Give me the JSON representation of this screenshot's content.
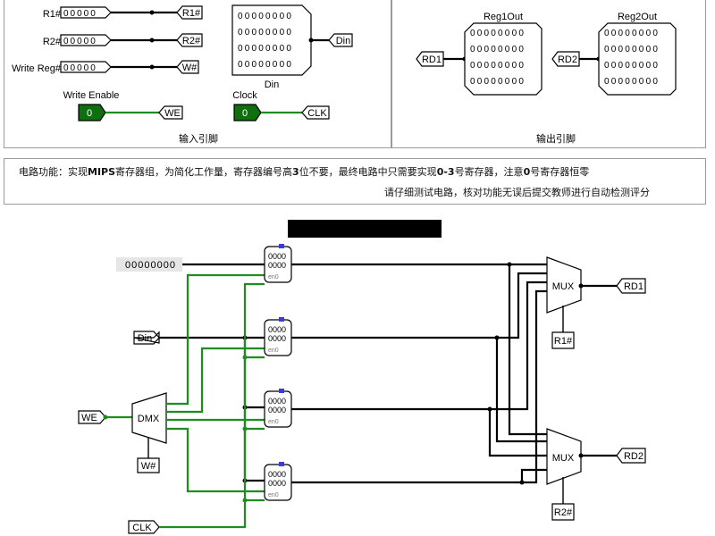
{
  "input_panel": {
    "caption": "输入引脚",
    "r1_label": "R1#",
    "r1_bits": "00000",
    "r1_tunnel": "R1#",
    "r2_label": "R2#",
    "r2_bits": "00000",
    "r2_tunnel": "R2#",
    "w_label": "Write Reg#",
    "w_bits": "00000",
    "w_tunnel": "W#",
    "din_tunnel": "Din",
    "din_label": "Din",
    "din_bits": [
      "00000000",
      "00000000",
      "00000000",
      "00000000"
    ],
    "we_label": "Write Enable",
    "we_value": "0",
    "we_tunnel": "WE",
    "clock_label": "Clock",
    "clock_value": "0",
    "clock_tunnel": "CLK"
  },
  "output_panel": {
    "caption": "输出引脚",
    "reg1_title": "Reg1Out",
    "reg2_title": "Reg2Out",
    "rd1_tunnel": "RD1",
    "rd2_tunnel": "RD2",
    "reg1_bits": [
      "00000000",
      "00000000",
      "00000000",
      "00000000"
    ],
    "reg2_bits": [
      "00000000",
      "00000000",
      "00000000",
      "00000000"
    ]
  },
  "notice": {
    "prefix": "电路功能：实现",
    "bold1": "MIPS",
    "part2": "寄存器组，为简化工作量，寄存器编号高",
    "bold2": "3",
    "part3": "位不要，最终电路中只需要实现",
    "bold3": "0-3",
    "part4": "号寄存器，注意",
    "bold4": "0",
    "part5": "号寄存器恒零",
    "line2": "请仔细测试电路，核对功能无误后提交教师进行自动检测评分"
  },
  "circuit": {
    "constant_value": "00000000",
    "din_tunnel": "Din",
    "we_tunnel": "WE",
    "w_tunnel": "W#",
    "clk_tunnel": "CLK",
    "dmx_label": "DMX",
    "mux_label": "MUX",
    "r1_tunnel": "R1#",
    "r2_tunnel": "R2#",
    "rd1_tunnel": "RD1",
    "rd2_tunnel": "RD2",
    "register_bits": [
      "0000",
      "0000"
    ],
    "register_sub": "en0"
  },
  "colors": {
    "wire": "#000000",
    "active_wire": "#1e8c1e",
    "pin_green": "#0f6f0f",
    "blue_port": "#3b3bd9"
  }
}
